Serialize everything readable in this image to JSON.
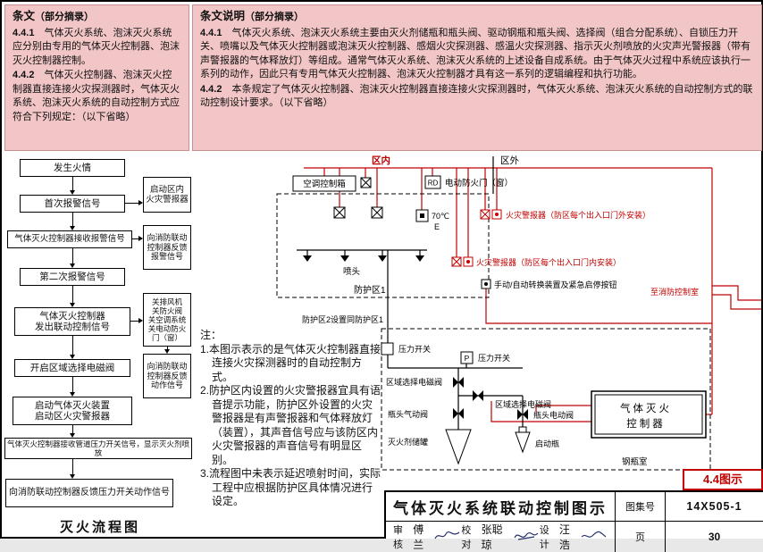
{
  "provisions": {
    "heading": "条文",
    "heading_note": "（部分摘录）",
    "items": [
      {
        "no": "4.4.1",
        "text": "气体灭火系统、泡沫灭火系统应分别由专用的气体灭火控制器、泡沫灭火控制器控制。"
      },
      {
        "no": "4.4.2",
        "text": "气体灭火控制器、泡沫灭火控制器直接连接火灾探测器时，气体灭火系统、泡沫灭火系统的自动控制方式应符合下列规定：（以下省略）"
      }
    ]
  },
  "explanation": {
    "heading": "条文说明",
    "heading_note": "（部分摘录）",
    "items": [
      {
        "no": "4.4.1",
        "text": "气体灭火系统、泡沫灭火系统主要由灭火剂储瓶和瓶头阀、驱动钢瓶和瓶头阀、选择阀（组合分配系统）、自锁压力开关、喷嘴以及气体灭火控制器或泡沫灭火控制器、感烟火灾探测器、感温火灾探测器、指示灭火剂喷放的火灾声光警报器（带有声警报器的气体释放灯）等组成。通常气体灭火系统、泡沫灭火系统的上述设备自成系统。由于气体灭火过程中系统应该执行一系列的动作，因此只有专用气体灭火控制器、泡沫灭火控制器才具有这一系列的逻辑编程和执行功能。"
      },
      {
        "no": "4.4.2",
        "text": "本条规定了气体灭火控制器、泡沫灭火控制器直接连接火灾探测器时，气体灭火系统、泡沫灭火系统的自动控制方式的联动控制设计要求。（以下省略）"
      }
    ]
  },
  "flowchart": {
    "title": "灭火流程图",
    "main": [
      "发生火情",
      "首次报警信号",
      "气体灭火控制器接收报警信号",
      "第二次报警信号",
      "气体灭火控制器\n发出联动控制信号",
      "开启区域选择电磁阀",
      "启动气体灭火装置\n启动区火灾警报器",
      "气体灭火控制器接收管道压力开关信号，显示灭火剂喷放",
      "向消防联动控制器反馈压力开关动作信号"
    ],
    "side": [
      "启动区内\n火灾警报器",
      "向消防联动控制器反馈报警信号",
      "关排风机\n关防火阀\n关空调系统\n关电动防火门（窗）",
      "向消防联动控制器反馈动作信号"
    ]
  },
  "schematic": {
    "zone_in": "区内",
    "zone_out": "区外",
    "ac_panel": "空调控制箱",
    "rd": "RD",
    "fire_door": "电动防火门（窗）",
    "temp_rating": "70℃",
    "temp_sub": "E",
    "alarm_outside": "火灾警报器（防区每个出入口门外安装）",
    "alarm_inside": "火灾警报器（防区每个出入口门内安装）",
    "manual_auto": "手动/自动转换装置及紧急启停按钮",
    "nozzle": "喷头",
    "zone1": "防护区1",
    "zone2": "防护区2设置同防护区1",
    "to_control_room": "至消防控制室",
    "pressure_switch1": "压力开关",
    "pressure_p": "P",
    "pressure_switch2": "压力开关",
    "zone_valve1": "区域选择电磁阀",
    "zone_valve2": "区域选择电磁阀",
    "pneumatic_valve": "瓶头气动阀",
    "electric_valve": "瓶头电动阀",
    "agent_tank": "灭火剂储罐",
    "start_bottle": "启动瓶",
    "controller_line1": "气体灭火",
    "controller_line2": "控制器",
    "bottle_room": "钢瓶室"
  },
  "notes": {
    "label": "注：",
    "items": [
      "1.本图示表示的是气体灭火控制器直接连接火灾探测器时的自动控制方式。",
      "2.防护区内设置的火灾警报器宜具有语音提示功能，防护区外设置的火灾警报器是有声警报器和气体释放灯（装置），其声音信号应与该防区内火灾警报器的声音信号有明显区别。",
      "3.流程图中未表示延迟喷射时间，实际工程中应根据防护区具体情况进行设定。"
    ]
  },
  "titleblock": {
    "badge": "4.4图示",
    "title": "气体灭火系统联动控制图示",
    "atlas_label": "图集号",
    "atlas_no": "14X505-1",
    "page_label": "页",
    "page_no": "30",
    "reviewer_label": "审核",
    "reviewer": "傅兰",
    "checker_label": "校对",
    "checker": "张聪琼",
    "designer_label": "设计",
    "designer": "汪浩"
  },
  "colors": {
    "accent_red": "#c00000",
    "panel_pink": "#f2c6c6"
  }
}
